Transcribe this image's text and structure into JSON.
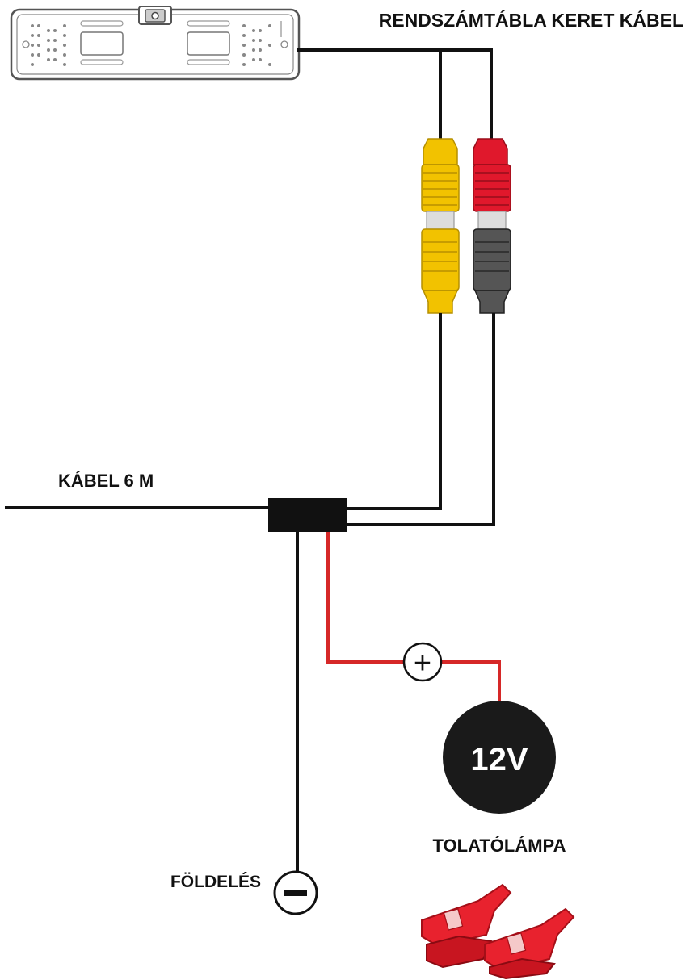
{
  "labels": {
    "frame_cable": "RENDSZÁMTÁBLA KERET KÁBEL",
    "cable_length": "KÁBEL 6 M",
    "voltage": "12V",
    "reverse_lamp": "TOLATÓLÁMPA",
    "ground": "FÖLDELÉS"
  },
  "symbols": {
    "plus": "+",
    "minus": "−"
  },
  "colors": {
    "wire_black": "#111111",
    "wire_red": "#d62828",
    "rca_yellow": "#f2c200",
    "rca_red": "#e0182c",
    "rca_gray": "#555555",
    "connector_red": "#e8222e"
  }
}
